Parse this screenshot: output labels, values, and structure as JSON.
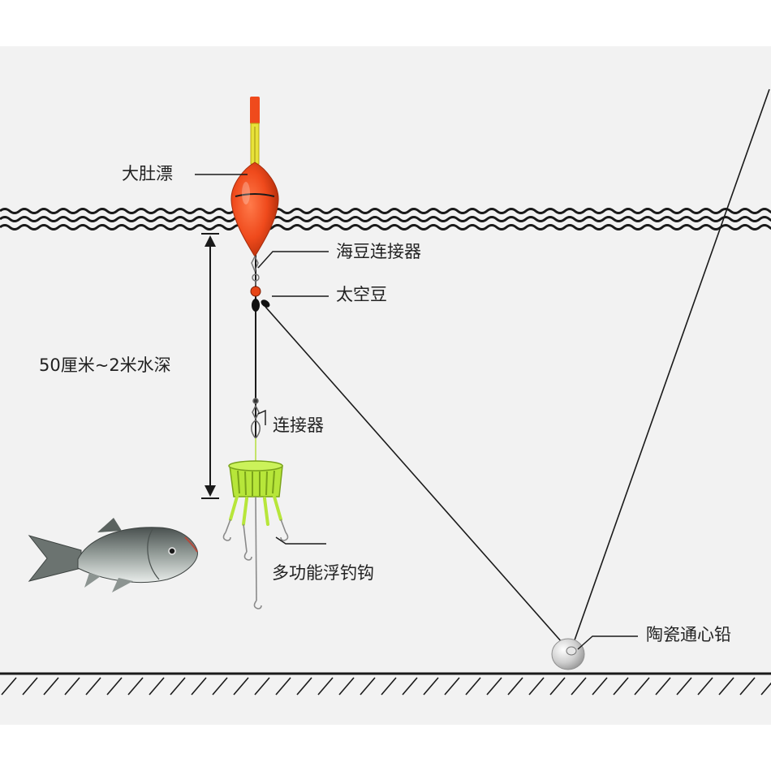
{
  "labels": {
    "float": "大肚漂",
    "bean_connector": "海豆连接器",
    "space_bean": "太空豆",
    "depth": "50厘米~2米水深",
    "connector": "连接器",
    "hook": "多功能浮钓钩",
    "sinker": "陶瓷通心铅"
  },
  "colors": {
    "background": "#f2f2f2",
    "line": "#1a1a1a",
    "float_body": "#ef4a1c",
    "float_stem": "#e8e23a",
    "bait_basket": "#b7e63a",
    "sinker": "#d2d2d2"
  },
  "icons": {
    "float": "big-belly-float-icon",
    "fish": "bighead-carp-icon",
    "basket": "bait-basket-icon",
    "sinker": "ceramic-sinker-icon"
  }
}
